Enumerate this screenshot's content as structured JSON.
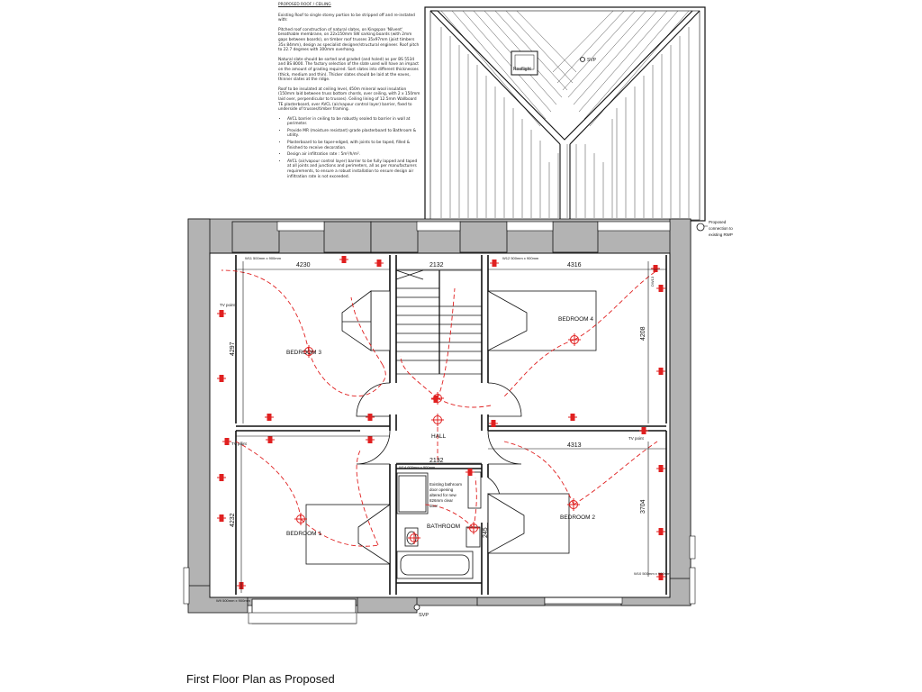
{
  "notes": {
    "title": "PROPOSED ROOF / CEILING",
    "p1": "Existing Roof to single storey portion to be stripped off and re-instated with:",
    "p2": "Pitched roof construction of natural slates, on Kingspan 'Nilvent' breathable membrane, on 22x150mm SW sarking boards (with 2mm gaps between boards), on timber roof trusses 35x97mm (joist timbers 35x 84mm), design as specialist designer/structural engineer. Roof pitch to 22.7 degrees with 300mm overhang.",
    "p3": "Natural slate should be sorted and graded (and holed) as per BS 5534 and BS 8000. The factory selection of the slate used will have an impact on the amount of grading required. Sort slates into different thicknesses (thick, medium and thin). Thicker slates should be laid at the eaves, thinner slates at the ridge.",
    "p4": "Roof to be insulated at ceiling level, 450m mineral wool insulation (150mm laid between truss bottom chords, over ceiling, with 2 x 150mm laid over, perpendicular to trusses). Ceiling lining of 12.5mm Wallboard TE plasterboard, over AVCL (air/vapour control layer) barrier, fixed to underside of trusses/timber framing.",
    "bullets": [
      "AVCL barrier in ceiling to be robustly sealed to barrier in wall at perimeter.",
      "Provide MR (moisture resistant) grade plasterboard to Bathroom & utility.",
      "Plasterboard to be taper-edged, with joints to be taped, filled & finished to receive decoration.",
      "Design air infiltration rate : 5m³/h/m².",
      "AVCL (air/vapour control layer) barrier to be fully lapped and taped at all joints and junctions and perimeters, all as per manufacturers requirements, to ensure a robust installation to ensure design air infiltration rate is not exceeded."
    ]
  },
  "roof": {
    "rooflight": "Rooflight",
    "svp": "SVP",
    "note": [
      "Proposed",
      "connection to",
      "existing RWP"
    ]
  },
  "rooms": {
    "bedroom3": "BEDROOM 3",
    "bedroom4": "BEDROOM 4",
    "hall": "HALL",
    "bedroom1": "BEDROOM 1",
    "bedroom2": "BEDROOM 2",
    "bathroom": "BATHROOM"
  },
  "dims": {
    "d4230": "4230",
    "d2132a": "2132",
    "d4316": "4316",
    "d4297": "4297",
    "d4208": "4208",
    "d4313": "4313",
    "d2132b": "2132",
    "d4232": "4232",
    "d3704": "3704",
    "d245": "245"
  },
  "windows": {
    "w11": "W11  500mm x 900mm",
    "w12": "W12  500mm x 900mm",
    "w14": "W14  600mm x 900mm",
    "w10": "W10  500mm x 900mm",
    "w9": "W9  500mm x 900mm",
    "d13": "DW13"
  },
  "labels": {
    "tv": "TV point",
    "bath_note": [
      "Existing bathroom",
      "door opening",
      "altered for new",
      "826mm clear",
      "door"
    ],
    "svp_bottom": "SVP"
  },
  "caption": "First Floor Plan as Proposed",
  "colors": {
    "line": "#111111",
    "wall": "#b3b3b3",
    "services": "#e02020"
  }
}
